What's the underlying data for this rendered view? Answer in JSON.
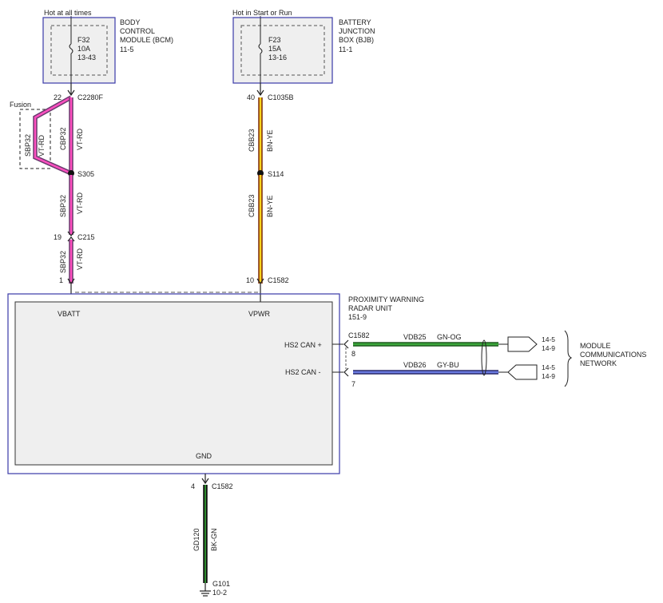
{
  "supplies": {
    "bcm": {
      "feed": "Hot at all times",
      "fuse": "F32",
      "rating": "10A",
      "ref": "13-43",
      "name_lines": [
        "BODY",
        "CONTROL",
        "MODULE (BCM)"
      ],
      "page": "11-5"
    },
    "bjb": {
      "feed": "Hot in Start or Run",
      "fuse": "F23",
      "rating": "15A",
      "ref": "13-16",
      "name_lines": [
        "BATTERY",
        "JUNCTION",
        "BOX (BJB)"
      ],
      "page": "11-1"
    }
  },
  "left_circuit": {
    "pin_top": "22",
    "conn_top": "C2280F",
    "variant_label": "Fusion",
    "branch_circuit": "SBP32",
    "branch_color": "VT-RD",
    "main_circuit": "CBP32",
    "main_color": "VT-RD",
    "splice": "S305",
    "lower_circuit": "SBP32",
    "lower_color": "VT-RD",
    "inline_pin": "19",
    "inline_conn": "C215",
    "bottom_circuit": "SBP32",
    "bottom_color": "VT-RD",
    "module_pin": "1"
  },
  "right_circuit": {
    "pin_top": "40",
    "conn_top": "C1035B",
    "upper_circuit": "CBB23",
    "upper_color": "BN-YE",
    "splice": "S114",
    "lower_circuit": "CBB23",
    "lower_color": "BN-YE",
    "module_pin": "10",
    "module_conn": "C1582"
  },
  "module": {
    "name_lines": [
      "PROXIMITY WARNING",
      "RADAR UNIT"
    ],
    "page": "151-9",
    "vbatt": "VBATT",
    "vpwr": "VPWR",
    "can_hi": "HS2 CAN +",
    "can_lo": "HS2 CAN -",
    "gnd": "GND"
  },
  "can_bus": {
    "conn": "C1582",
    "hi_pin": "8",
    "lo_pin": "7",
    "hi_circuit": "VDB25",
    "hi_color": "GN-OG",
    "lo_circuit": "VDB26",
    "lo_color": "GY-BU",
    "hi_refs": [
      "14-5",
      "14-9"
    ],
    "lo_refs": [
      "14-5",
      "14-9"
    ],
    "network_lines": [
      "MODULE",
      "COMMUNICATIONS",
      "NETWORK"
    ]
  },
  "ground": {
    "pin": "4",
    "conn": "C1582",
    "circuit": "GD120",
    "color": "BK-GN",
    "point": "G101",
    "page": "10-2"
  },
  "colors": {
    "wire_violet": "#6a3a6e",
    "wire_pink": "#ff4fc0",
    "wire_brown": "#7a2a08",
    "wire_yellow": "#ffd21a",
    "wire_green": "#2f8a2f",
    "wire_gray_blue": "#3f4fbf",
    "wire_black": "#151515",
    "wire_ground_green": "#2d8a2d",
    "box_border": "#3a3aa8",
    "box_fill": "#efefef"
  }
}
